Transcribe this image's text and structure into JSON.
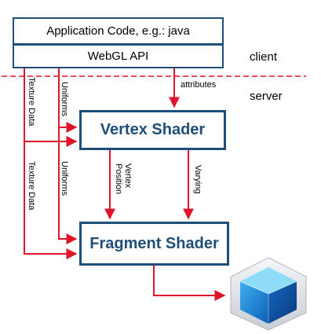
{
  "boxes": {
    "app_code": "Application Code, e.g.: java",
    "webgl_api": "WebGL API",
    "vertex_shader": "Vertex Shader",
    "fragment_shader": "Fragment Shader"
  },
  "zones": {
    "client": "client",
    "server": "server"
  },
  "edges": {
    "attributes": "attributes",
    "texture_data_1": "Texture Data",
    "uniforms_1": "Uniforms",
    "texture_data_2": "Texture Data",
    "uniforms_2": "Uniforms",
    "vertex_position_line1": "Vertex",
    "vertex_position_line2": "Position",
    "varying": "Varying"
  },
  "colors": {
    "box_border": "#1f4e79",
    "arrow": "#e0142a",
    "divider": "#e0142a",
    "cube_front": "#1a7fd6",
    "cube_top": "#7fd2f5",
    "cube_side": "#0b4f9e"
  },
  "icons": {
    "output": "3d-cube-icon"
  }
}
